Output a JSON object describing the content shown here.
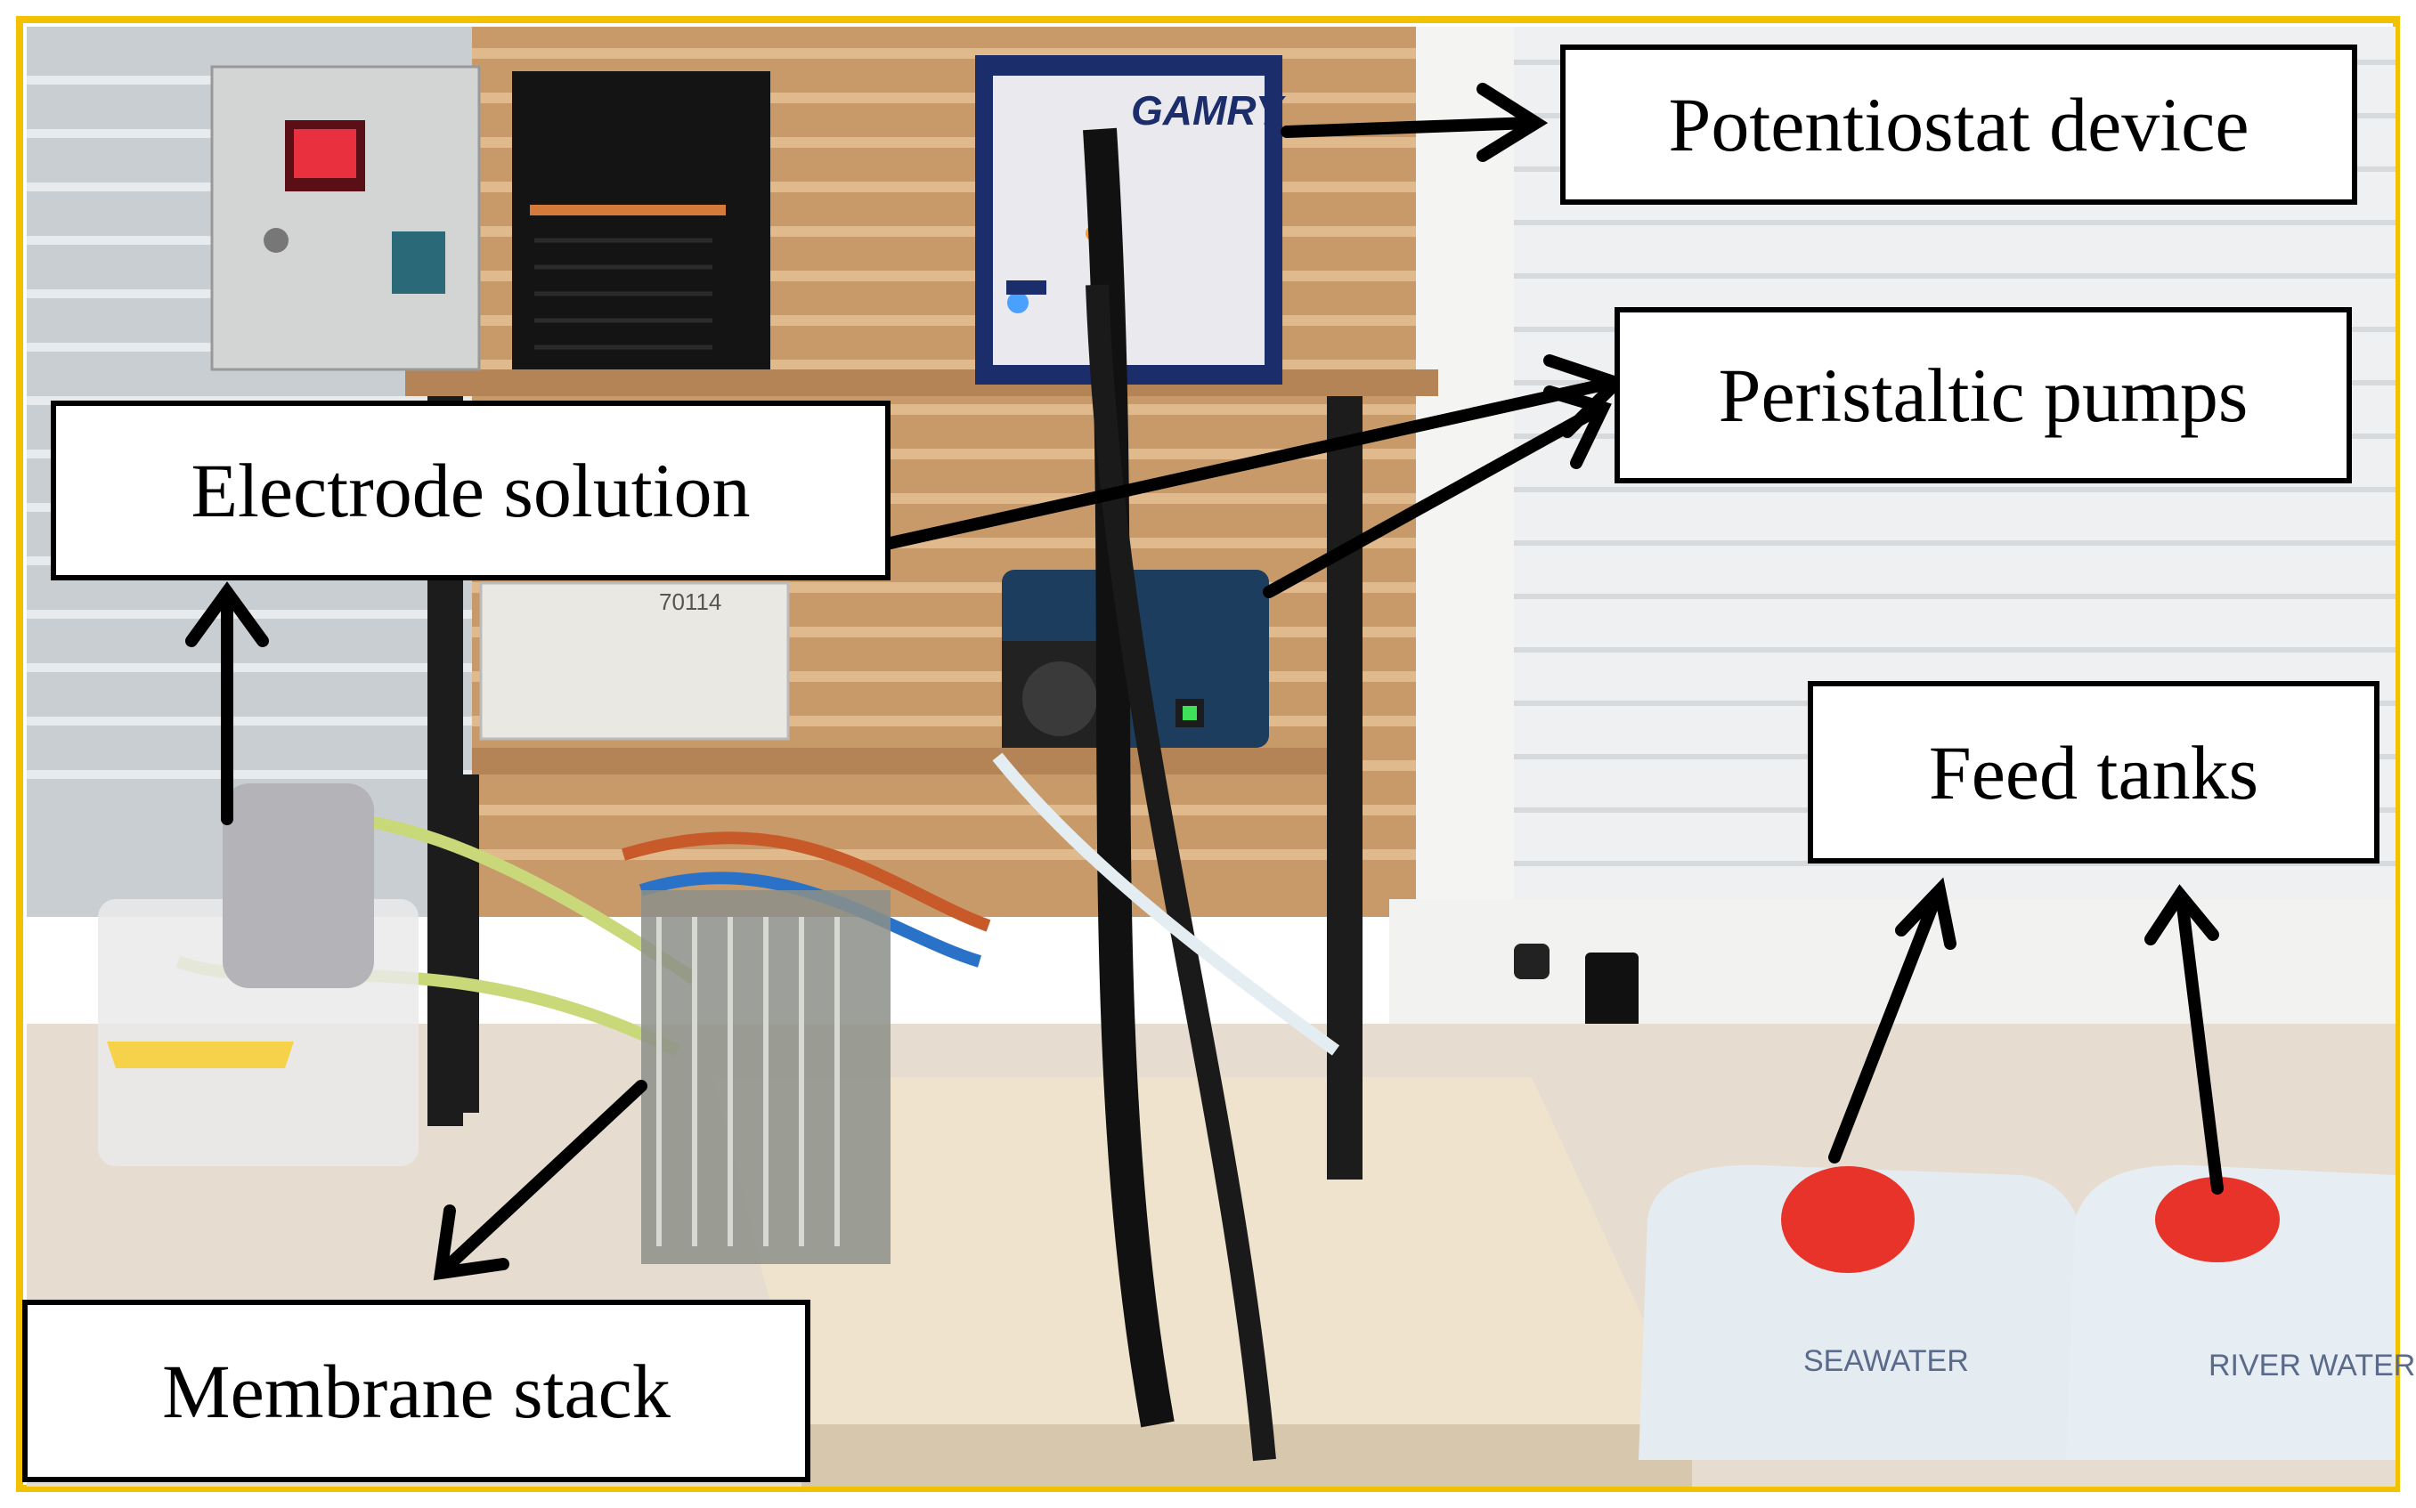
{
  "figure": {
    "frame_color": "#f2c200",
    "labels": {
      "potentiostat": "Potentiostat device",
      "pumps": "Peristaltic pumps",
      "electrode": "Electrode solution",
      "feed": "Feed tanks",
      "membrane": "Membrane stack"
    },
    "equipment_text": {
      "brand": "GAMRY",
      "tank_left": "SEAWATER",
      "tank_right": "RIVER WATER",
      "box_number": "70114"
    }
  }
}
